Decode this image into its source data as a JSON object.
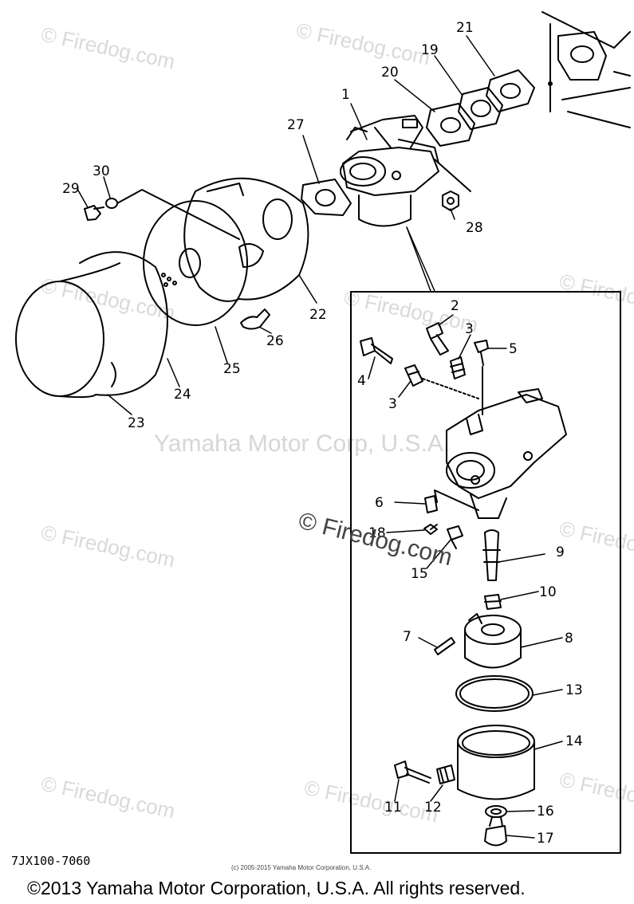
{
  "watermarks": {
    "firedog": "© Firedog.com",
    "corp": "Yamaha Motor Corp, U.S.A.",
    "center": "© Firedog.com"
  },
  "diagram_code": "7JX100-7060",
  "tiny_notice": "(c) 2005-2015 Yamaha Motor Corporation, U.S.A.",
  "copyright": "©2013 Yamaha Motor Corporation, U.S.A. All rights reserved.",
  "part_labels": {
    "p1": "1",
    "p2": "2",
    "p3a": "3",
    "p3b": "3",
    "p4": "4",
    "p5": "5",
    "p6": "6",
    "p7": "7",
    "p8": "8",
    "p9": "9",
    "p10": "10",
    "p11": "11",
    "p12": "12",
    "p13": "13",
    "p14": "14",
    "p15": "15",
    "p16": "16",
    "p17": "17",
    "p18": "18",
    "p19": "19",
    "p20": "20",
    "p21": "21",
    "p22": "22",
    "p23": "23",
    "p24": "24",
    "p25": "25",
    "p26": "26",
    "p27": "27",
    "p28": "28",
    "p29": "29",
    "p30": "30"
  }
}
